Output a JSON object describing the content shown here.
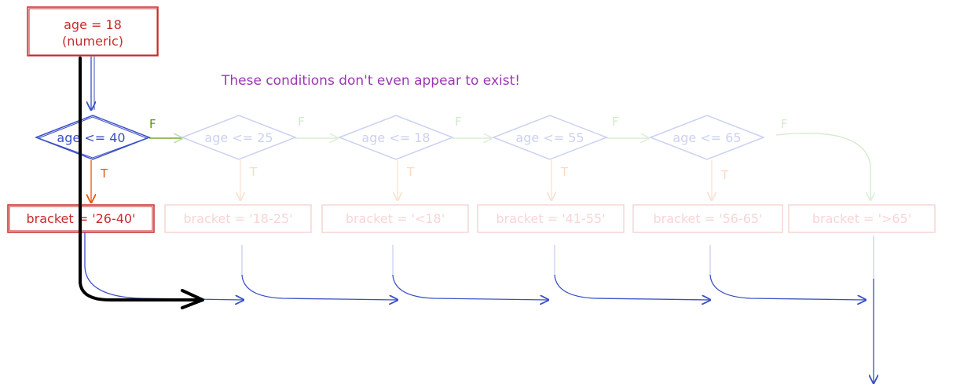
{
  "start": {
    "line1": "age = 18",
    "line2": "(numeric)"
  },
  "annotation": "These conditions don't even appear to exist!",
  "decisions": [
    {
      "label": "age <= 40",
      "false_label": "F",
      "true_label": "T",
      "active": true
    },
    {
      "label": "age <= 25",
      "false_label": "F",
      "true_label": "T",
      "active": false
    },
    {
      "label": "age <= 18",
      "false_label": "F",
      "true_label": "T",
      "active": false
    },
    {
      "label": "age <= 55",
      "false_label": "F",
      "true_label": "T",
      "active": false
    },
    {
      "label": "age <= 65",
      "false_label": "F",
      "true_label": "T",
      "active": false
    }
  ],
  "brackets": [
    {
      "label": "bracket = '26-40'",
      "active": true
    },
    {
      "label": "bracket = '18-25'",
      "active": false
    },
    {
      "label": "bracket = '<18'",
      "active": false
    },
    {
      "label": "bracket = '41-55'",
      "active": false
    },
    {
      "label": "bracket = '56-65'",
      "active": false
    },
    {
      "label": "bracket = '>65'",
      "active": false
    }
  ],
  "colors": {
    "red": "#c92a2a",
    "blue": "#3b4fc4",
    "green": "#5c940d",
    "orange": "#e8590c",
    "purple": "#9c36b5",
    "black": "#000000"
  }
}
